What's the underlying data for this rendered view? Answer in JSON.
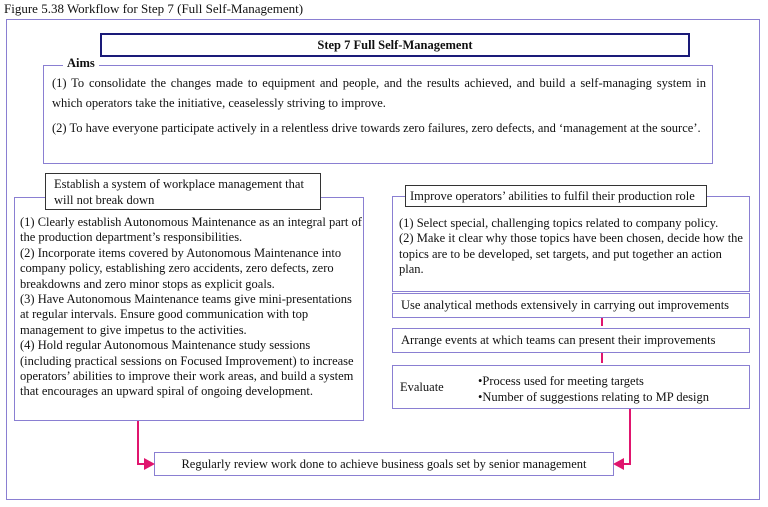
{
  "caption": "Figure 5.38  Workflow for Step 7 (Full Self-Management)",
  "step_title": "Step 7  Full Self-Management",
  "aims": {
    "label": "Aims",
    "items": [
      "(1) To consolidate the changes made to equipment and people, and the results achieved, and build a self-managing system in which operators take the initiative, ceaselessly striving to improve.",
      "(2) To have everyone participate actively in a relentless drive towards zero failures, zero defects, and ‘management at the source’."
    ]
  },
  "left": {
    "title": "Establish a system of workplace management that will not break down",
    "items": [
      "(1) Clearly establish Autonomous Maintenance as an integral part of the production department’s responsibilities.",
      "(2) Incorporate items covered by Autonomous Maintenance into company policy, establishing zero accidents, zero defects, zero breakdowns and zero minor stops as explicit goals.",
      "(3) Have Autonomous Maintenance teams give mini-presentations at regular intervals. Ensure good communication with top management to give impetus to the activities.",
      "(4) Hold regular Autonomous Maintenance study sessions (including practical sessions on Focused Improvement) to increase operators’ abilities to improve their work areas, and build a system that encourages an upward spiral of ongoing development."
    ]
  },
  "right": {
    "title": "Improve operators’ abilities to fulfil their production role",
    "items": [
      "(1) Select special, challenging topics related to company policy.",
      "(2) Make it clear why those topics have been chosen, decide how the topics are to be developed, set targets, and put together an action plan."
    ],
    "step_analytical": "Use analytical methods extensively in carrying out improvements",
    "step_events": "Arrange events at which teams can present their improvements",
    "evaluate_label": "Evaluate",
    "evaluate_items": [
      "•Process used for meeting targets",
      "•Number of suggestions relating to MP design"
    ]
  },
  "bottom": "Regularly review work done to achieve business goals set by senior management",
  "colors": {
    "border": "#8a7fd2",
    "arrow": "#e0156e",
    "title_border": "#1a1a78"
  }
}
